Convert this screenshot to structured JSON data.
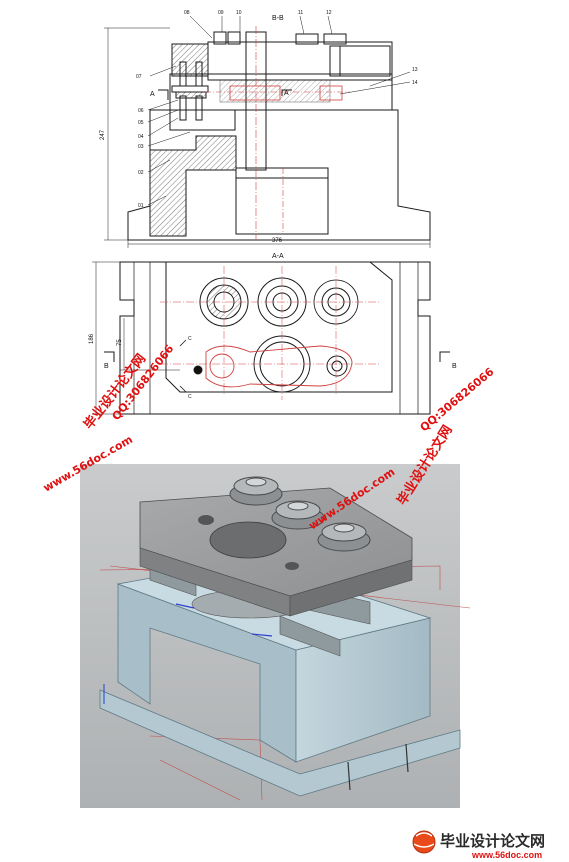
{
  "section_bb": {
    "title": "B-B",
    "part_numbers": [
      "01",
      "02",
      "03",
      "04",
      "05",
      "06",
      "07",
      "08",
      "09",
      "10",
      "11",
      "12",
      "13",
      "14"
    ],
    "marker_a": "A",
    "dim_height": "247",
    "dim_width": "376"
  },
  "section_aa": {
    "title": "A-A",
    "dim_height": "186",
    "dim_inner": "75",
    "marker_b": "B",
    "marker_c": "C"
  },
  "watermarks": {
    "site_name": "毕业设计论文网",
    "qq": "QQ:306826066",
    "url": "www.56doc.com"
  },
  "footer": {
    "site_name": "毕业设计论文网",
    "url": "www.56doc.com"
  },
  "colors": {
    "line": "#1a1a1a",
    "hatch": "#444444",
    "center_red": "#d04040",
    "watermark_red": "#e01010",
    "render_bg": "#b8bbbc",
    "base_blue": "#b9cdd6",
    "plate_gray": "#9a9c9e"
  }
}
